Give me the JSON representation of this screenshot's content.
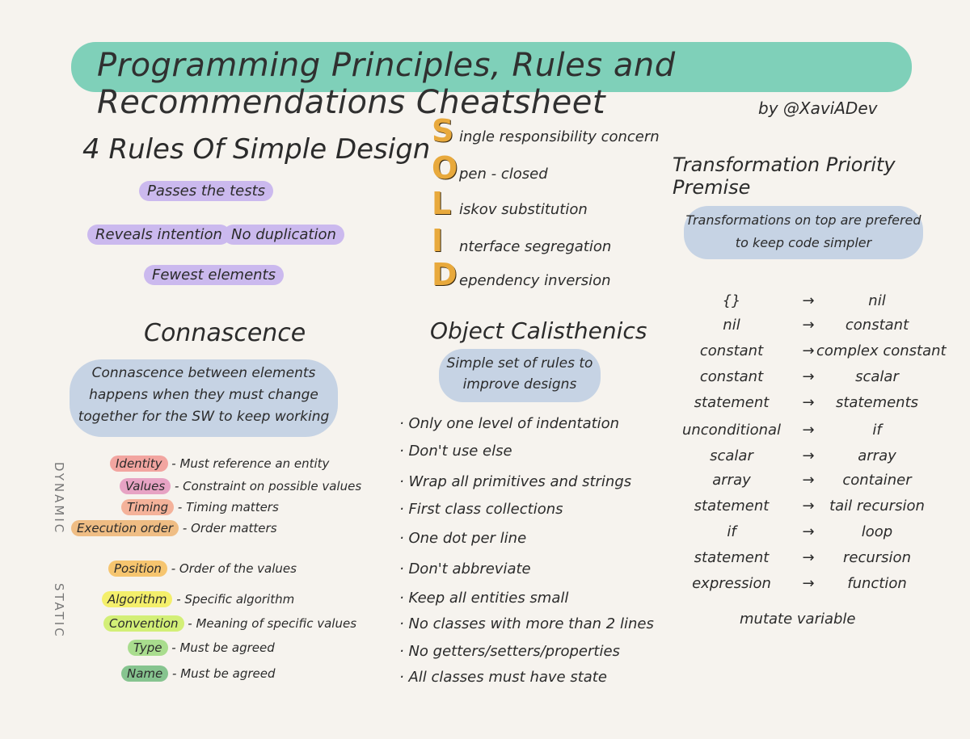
{
  "title": "Programming Principles, Rules and Recommendations Cheatsheet",
  "byline": "by @XaviADev",
  "simple_design": {
    "heading": "4 Rules Of Simple Design",
    "rules": [
      "Passes the tests",
      "Reveals intention",
      "No duplication",
      "Fewest elements"
    ]
  },
  "connascence": {
    "heading": "Connascence",
    "description": "Connascence between elements happens when they must change together for the SW to keep working",
    "dynamic_label": "DYNAMIC",
    "static_label": "STATIC",
    "dynamic": [
      {
        "name": "Identity",
        "desc": "- Must reference an entity",
        "color": "#f2a5a0"
      },
      {
        "name": "Values",
        "desc": "- Constraint on possible values",
        "color": "#e7a3c4"
      },
      {
        "name": "Timing",
        "desc": "- Timing matters",
        "color": "#f4b29a"
      },
      {
        "name": "Execution order",
        "desc": "- Order matters",
        "color": "#efbd84"
      }
    ],
    "static": [
      {
        "name": "Position",
        "desc": "- Order of the values",
        "color": "#f6c56f"
      },
      {
        "name": "Algorithm",
        "desc": "- Specific algorithm",
        "color": "#f4ef6b"
      },
      {
        "name": "Convention",
        "desc": "- Meaning of specific values",
        "color": "#d3ef77"
      },
      {
        "name": "Type",
        "desc": "- Must be agreed",
        "color": "#a9dd8e"
      },
      {
        "name": "Name",
        "desc": "- Must be agreed",
        "color": "#86c48f"
      }
    ]
  },
  "solid": [
    {
      "letter": "S",
      "rest": "ingle responsibility concern"
    },
    {
      "letter": "O",
      "rest": "pen - closed"
    },
    {
      "letter": "L",
      "rest": "iskov substitution"
    },
    {
      "letter": "I",
      "rest": "nterface segregation"
    },
    {
      "letter": "D",
      "rest": "ependency inversion"
    }
  ],
  "object_calisthenics": {
    "heading": "Object Calisthenics",
    "description": "Simple set of rules to improve designs",
    "rules": [
      "· Only one level of indentation",
      "· Don't use else",
      "· Wrap all primitives and strings",
      "· First class collections",
      "· One dot per line",
      "· Don't abbreviate",
      "· Keep all entities small",
      "· No classes with more than 2 lines",
      "· No getters/setters/properties",
      "· All classes must have state"
    ]
  },
  "tpp": {
    "heading": "Transformation Priority Premise",
    "description": "Transformations on top are prefered to keep code simpler",
    "arrow": "→",
    "transformations": [
      {
        "from": "{}",
        "to": "nil"
      },
      {
        "from": "nil",
        "to": "constant"
      },
      {
        "from": "constant",
        "to": "complex constant"
      },
      {
        "from": "constant",
        "to": "scalar"
      },
      {
        "from": "statement",
        "to": "statements"
      },
      {
        "from": "unconditional",
        "to": "if"
      },
      {
        "from": "scalar",
        "to": "array"
      },
      {
        "from": "array",
        "to": "container"
      },
      {
        "from": "statement",
        "to": "tail recursion"
      },
      {
        "from": "if",
        "to": "loop"
      },
      {
        "from": "statement",
        "to": "recursion"
      },
      {
        "from": "expression",
        "to": "function"
      }
    ],
    "last": "mutate variable"
  },
  "colors": {
    "title_band": "#7fd0b9",
    "rule_highlight": "#cbb9ee",
    "description_box": "#c6d3e4",
    "accent_letter": "#e8a93c",
    "background": "#f6f3ee"
  }
}
